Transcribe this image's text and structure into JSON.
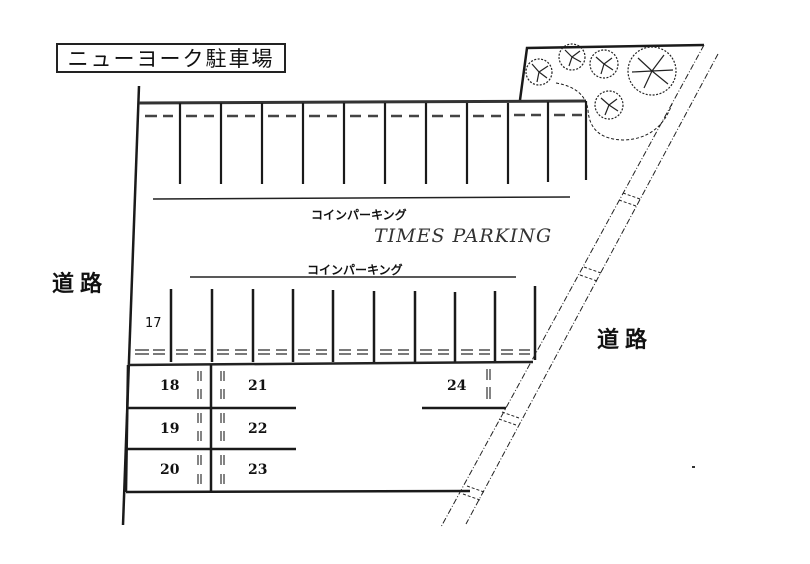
{
  "title": "ニューヨーク駐車場",
  "labels": {
    "road_left": "道路",
    "road_right": "道路",
    "coin_parking_upper": "コインパーキング",
    "times_parking": "TIMES PARKING",
    "coin_parking_lower": "コインパーキング"
  },
  "upper_row": {
    "slot_count": 11
  },
  "middle_row": {
    "slot_count": 10,
    "first_slot_label": "17"
  },
  "lower_block": {
    "slots": [
      {
        "id": "18"
      },
      {
        "id": "19"
      },
      {
        "id": "20"
      },
      {
        "id": "21"
      },
      {
        "id": "22"
      },
      {
        "id": "23"
      },
      {
        "id": "24"
      }
    ]
  },
  "colors": {
    "line": "#1a1a1a",
    "background": "#ffffff"
  }
}
